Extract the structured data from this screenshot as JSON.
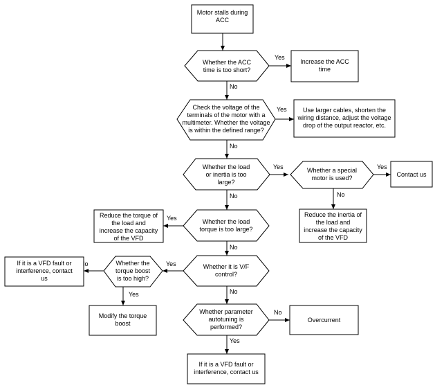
{
  "nodes": {
    "motor_stalls": [
      "Motor stalls during",
      "ACC"
    ],
    "acc_short": [
      "Whether the ACC",
      "time is too short?"
    ],
    "increase_acc": [
      "Increase the ACC",
      "time"
    ],
    "check_voltage": [
      "Check the voltage of the",
      "terminals of the motor with a",
      "multimeter. Whether the voltage",
      "is within the defined range?"
    ],
    "larger_cables": [
      "Use larger cables, shorten the",
      "wiring distance, adjust the voltage",
      "drop of the output reactor, etc."
    ],
    "load_inertia": [
      "Whether the load",
      "or inertia is too",
      "large?"
    ],
    "special_motor": [
      "Whether a special",
      "motor is used?"
    ],
    "contact_us": [
      "Contact us"
    ],
    "reduce_inertia": [
      "Reduce the inertia of",
      "the load and",
      "increase the capacity",
      "of the VFD"
    ],
    "load_torque": [
      "Whether the load",
      "torque is too large?"
    ],
    "reduce_torque": [
      "Reduce the torque of",
      "the load and",
      "increase the capacity",
      "of the VFD"
    ],
    "vf_control": [
      "Whether it is V/F",
      "control?"
    ],
    "torque_boost": [
      "Whether the",
      "torque boost",
      "is too high?"
    ],
    "vfd_fault_left": [
      "If it is a VFD fault or",
      "interference, contact",
      "us"
    ],
    "modify_boost": [
      "Modify the torque",
      "boost"
    ],
    "autotuning": [
      "Whether parameter",
      "autotuning is",
      "performed?"
    ],
    "overcurrent": [
      "Overcurrent"
    ],
    "vfd_fault_bottom": [
      "If it is a VFD fault or",
      "interference, contact us"
    ]
  },
  "edge_labels": {
    "acc_short_yes": "Yes",
    "acc_short_no": "No",
    "check_voltage_yes": "Yes",
    "check_voltage_no": "No",
    "load_inertia_yes": "Yes",
    "load_inertia_no": "No",
    "special_motor_yes": "Yes",
    "special_motor_no": "No",
    "load_torque_yes": "Yes",
    "load_torque_no": "No",
    "vf_control_yes": "Yes",
    "vf_control_no": "No",
    "torque_boost_no": "No",
    "torque_boost_yes": "Yes",
    "autotuning_no": "No",
    "autotuning_yes": "Yes"
  }
}
